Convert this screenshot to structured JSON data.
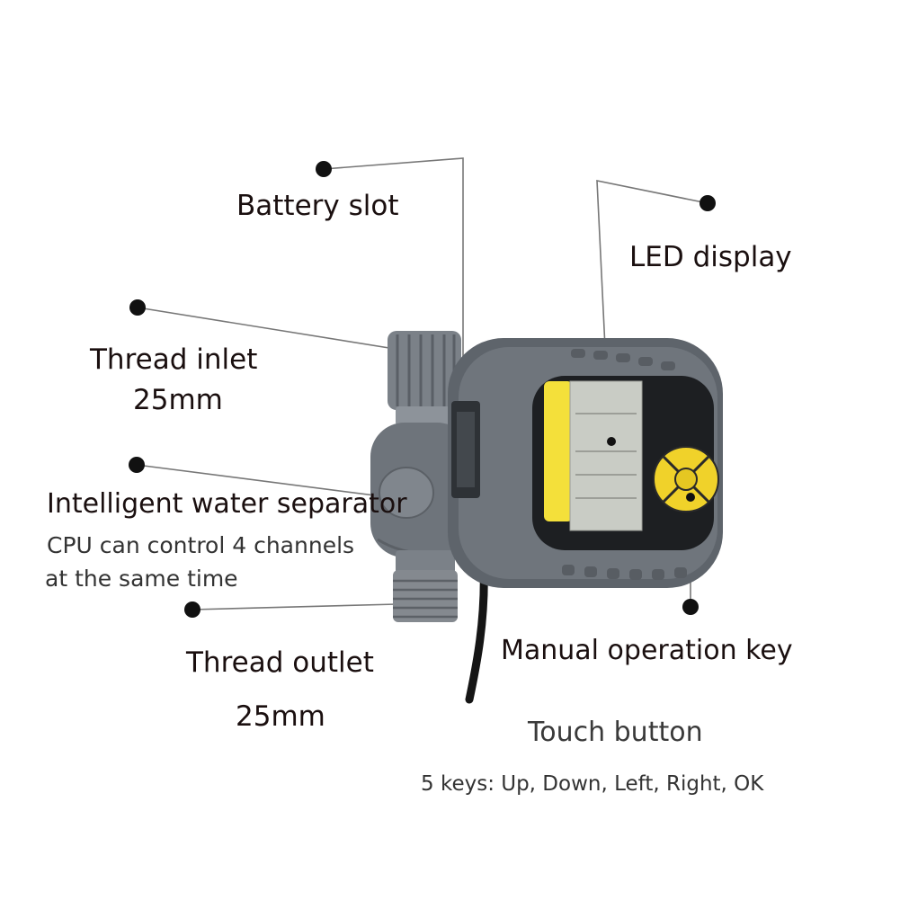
{
  "labels": {
    "battery_slot": "Battery slot",
    "led_display": "LED display",
    "thread_inlet": "Thread inlet",
    "thread_inlet_size": "25mm",
    "water_separator": "Intelligent water separator",
    "separator_desc_1": "CPU can control 4 channels",
    "separator_desc_2": "at the same time",
    "thread_outlet": "Thread outlet",
    "thread_outlet_size": "25mm",
    "manual_key": "Manual operation key",
    "touch_button": "Touch button",
    "touch_keys": "5 keys: Up, Down, Left, Right, OK"
  },
  "colors": {
    "body_gray": "#6b7178",
    "body_dark": "#4a4f55",
    "lcd_yellow": "#f4e03a",
    "lcd_screen": "#c9ccc5",
    "button_yellow": "#f0d22a",
    "leader_line": "#777777",
    "dot": "#111111",
    "text_dark": "#1a0f0f",
    "text_gray": "#333333"
  }
}
